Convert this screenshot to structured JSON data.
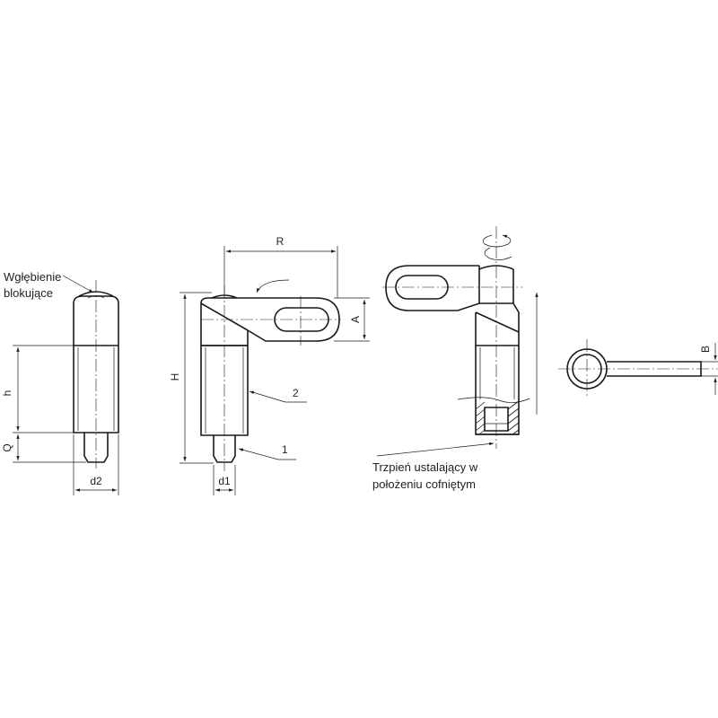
{
  "labels": {
    "locking_groove": [
      "Wgłębienie",
      "blokujące"
    ],
    "retracted_pin": [
      "Trzpień ustalający w",
      "położeniu cofniętym"
    ]
  },
  "dimensions": {
    "h": "h",
    "Q": "Q",
    "d2": "d2",
    "H": "H",
    "d1": "d1",
    "R": "R",
    "A": "A",
    "B": "B"
  },
  "callouts": {
    "part1": "1",
    "part2": "2"
  },
  "colors": {
    "line": "#1a1a1a",
    "background": "#ffffff"
  }
}
